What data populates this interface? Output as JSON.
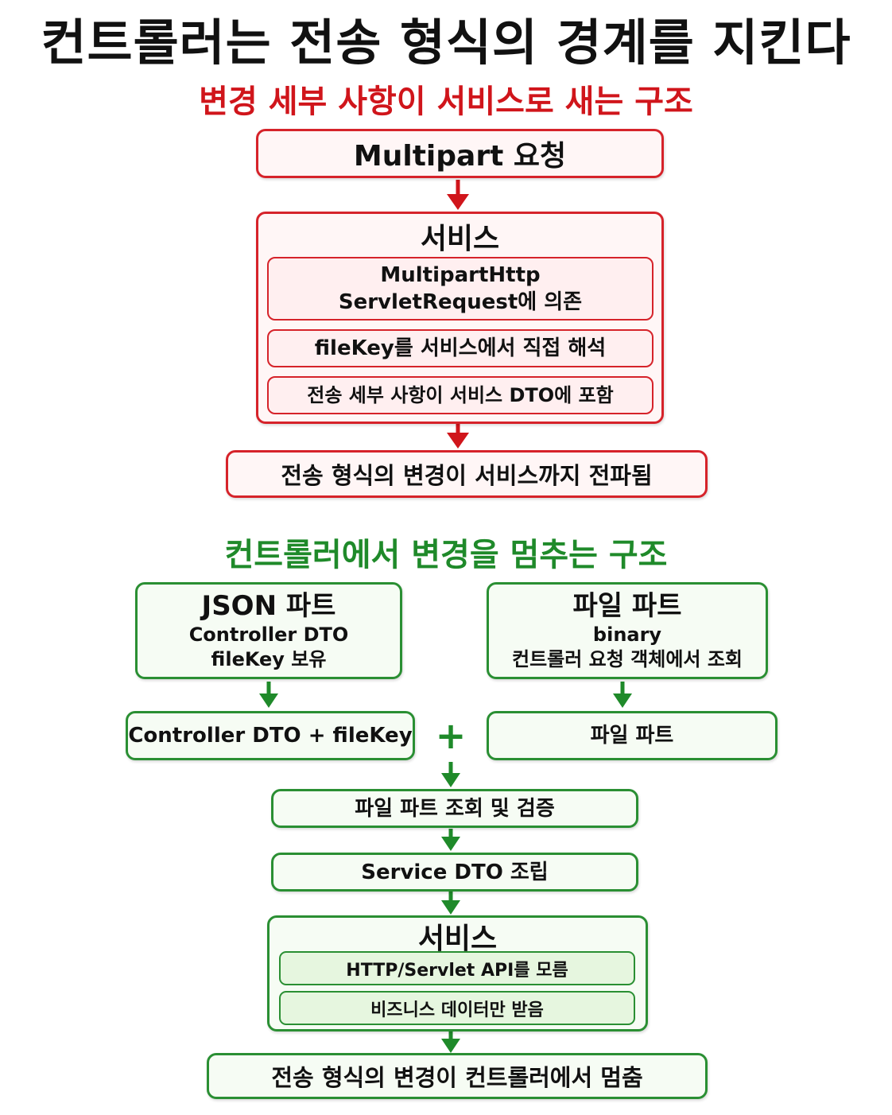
{
  "title": "컨트롤러는 전송 형식의 경계를 지킨다",
  "bad_section": {
    "title": "변경 세부 사항이 서비스로 새는 구조",
    "request": "Multipart 요청",
    "service": {
      "title": "서비스",
      "items": [
        "MultipartHttp\nServletRequest에 의존",
        "fileKey를 서비스에서 직접 해석",
        "전송 세부 사항이 서비스 DTO에 포함"
      ]
    },
    "result": "전송 형식의 변경이 서비스까지 전파됨"
  },
  "good_section": {
    "title": "컨트롤러에서 변경을 멈추는 구조",
    "json_part": {
      "title": "JSON 파트",
      "lines": [
        "Controller DTO",
        "fileKey 보유"
      ]
    },
    "file_part": {
      "title": "파일 파트",
      "lines": [
        "binary",
        "컨트롤러 요청 객체에서 조회"
      ]
    },
    "controller_dto_box": "Controller DTO + fileKey",
    "plus": "+",
    "file_part_box": "파일 파트",
    "lookup": "파일 파트 조회 및 검증",
    "assemble": "Service DTO 조립",
    "service": {
      "title": "서비스",
      "items": [
        "HTTP/Servlet API를 모름",
        "비즈니스 데이터만 받음"
      ]
    },
    "result": "전송 형식의 변경이 컨트롤러에서 멈춤"
  },
  "colors": {
    "red": "#d6232a",
    "green": "#2a8f33",
    "title_red": "#d0151b",
    "title_green": "#1f8a2a"
  }
}
